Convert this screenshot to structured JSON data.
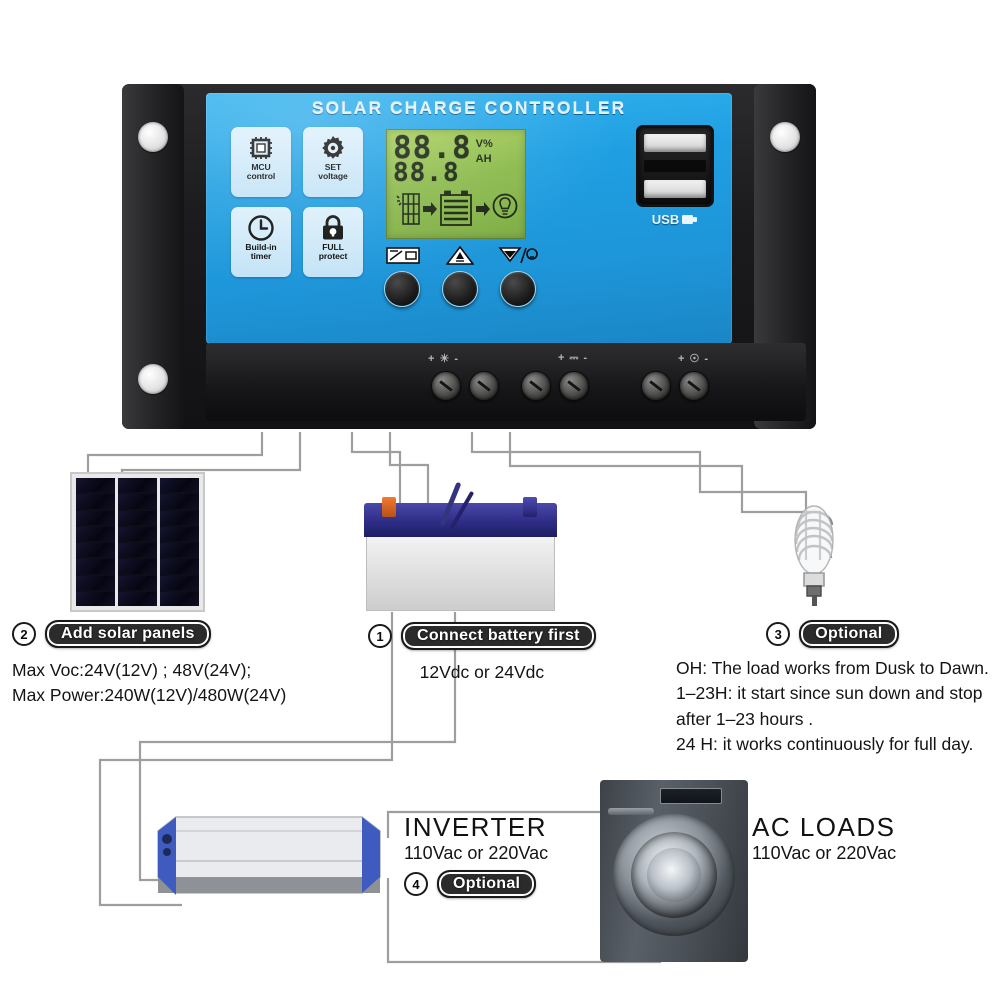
{
  "device": {
    "title": "SOLAR CHARGE CONTROLLER",
    "features": [
      {
        "label_line1": "MCU",
        "label_line2": "control",
        "icon": "chip-icon"
      },
      {
        "label_line1": "SET",
        "label_line2": "voltage",
        "icon": "gear-icon"
      },
      {
        "label_line1": "Build-in",
        "label_line2": "timer",
        "icon": "clock-icon"
      },
      {
        "label_line1": "FULL",
        "label_line2": "protect",
        "icon": "padlock-icon"
      }
    ],
    "lcd": {
      "digits_primary": "88.8",
      "digits_secondary": "88.8",
      "unit_top": "V%",
      "unit_bottom": "AH",
      "flow_icons": [
        "solar-panel-icon",
        "arrow-right-icon",
        "battery-icon",
        "arrow-right-icon",
        "light-bulb-icon"
      ],
      "backlight_color": "#8ab94a"
    },
    "buttons": [
      {
        "name": "menu-button",
        "icon": "battery-select-icon"
      },
      {
        "name": "up-button",
        "icon": "up-triangle-icon"
      },
      {
        "name": "down-button",
        "icon": "down-triangle-load-icon"
      }
    ],
    "usb": {
      "label": "USB",
      "ports": 2,
      "icon": "usb-icon"
    },
    "terminals": {
      "marks": [
        "+ ☀ -",
        "+ ⎓ -",
        "+ ☉ -"
      ],
      "screw_count": 6
    },
    "face_color": "#1f9fe2",
    "case_color": "#1b1b1d"
  },
  "captions": {
    "solar": {
      "step": "2",
      "pill": "Add solar panels",
      "lines": [
        "Max  Voc:24V(12V) ; 48V(24V);",
        "Max  Power:240W(12V)/480W(24V)"
      ]
    },
    "battery": {
      "step": "1",
      "pill": "Connect battery first",
      "lines": [
        "12Vdc  or  24Vdc"
      ]
    },
    "load": {
      "step": "3",
      "pill": "Optional",
      "lines": [
        "OH: The load works from Dusk to Dawn.",
        "1–23H: it start since sun down and stop",
        "after 1–23 hours .",
        "24 H: it works continuously for full day."
      ]
    },
    "inverter": {
      "title": "INVERTER",
      "subtitle": "110Vac  or  220Vac",
      "step": "4",
      "pill": "Optional"
    },
    "acloads": {
      "title": "AC  LOADS",
      "subtitle": "110Vac  or  220Vac"
    }
  },
  "devices": {
    "solar_panel": "solar-panel-image",
    "battery": "lead-acid-battery-image",
    "bulb": "cfl-bulb-image",
    "inverter": "power-inverter-image",
    "washer": "washing-machine-image"
  },
  "wiring": {
    "color": "#9a9a9a",
    "line_width": 2
  }
}
